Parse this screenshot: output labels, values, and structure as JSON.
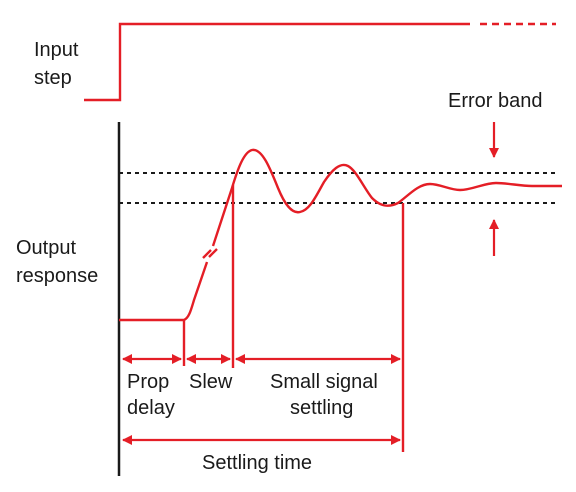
{
  "labels": {
    "input_step_line1": "Input",
    "input_step_line2": "step",
    "error_band": "Error band",
    "output_response_line1": "Output",
    "output_response_line2": "response",
    "prop_delay_line1": "Prop",
    "prop_delay_line2": "delay",
    "slew": "Slew",
    "small_signal_line1": "Small signal",
    "small_signal_line2": "settling",
    "settling_time": "Settling time"
  },
  "colors": {
    "signal": "#e41e26",
    "axis": "#1a1a1a",
    "text": "#1a1a1a"
  }
}
